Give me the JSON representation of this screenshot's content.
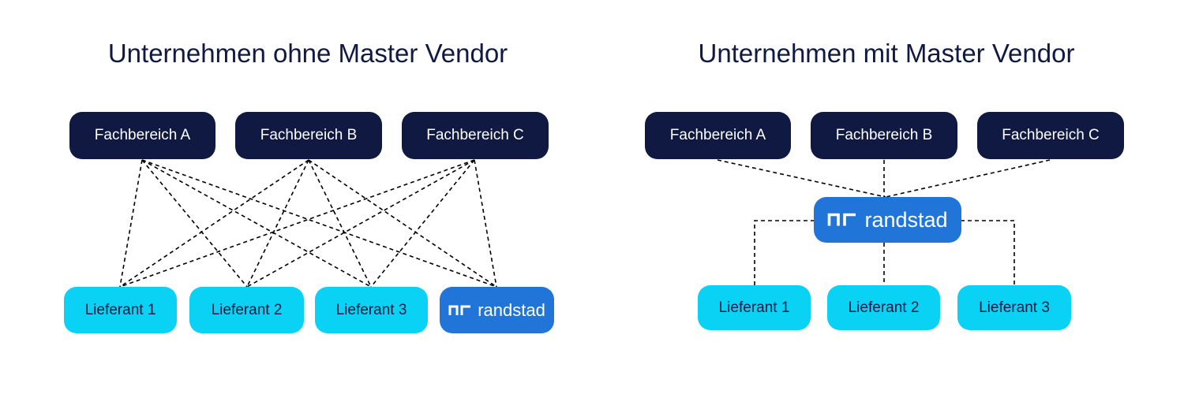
{
  "left": {
    "title": "Unternehmen ohne Master Vendor",
    "departments": [
      "Fachbereich A",
      "Fachbereich B",
      "Fachbereich C"
    ],
    "suppliers": [
      "Lieferant 1",
      "Lieferant 2",
      "Lieferant 3"
    ],
    "brand": "randstad"
  },
  "right": {
    "title": "Unternehmen mit Master Vendor",
    "departments": [
      "Fachbereich A",
      "Fachbereich B",
      "Fachbereich C"
    ],
    "brand": "randstad",
    "suppliers": [
      "Lieferant 1",
      "Lieferant 2",
      "Lieferant 3"
    ]
  },
  "colors": {
    "department": "#0f1941",
    "supplier": "#0ad2f5",
    "brand": "#2175d9",
    "connector": "#000000"
  }
}
